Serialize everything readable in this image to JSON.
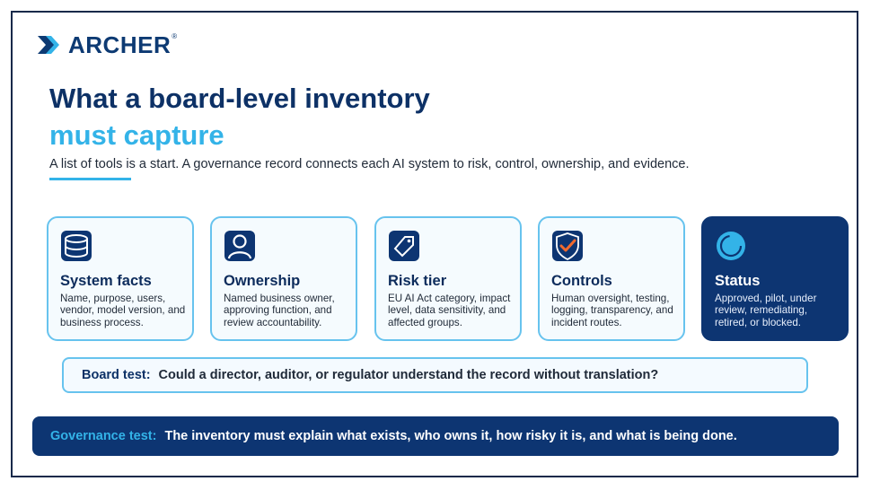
{
  "brand": {
    "name": "ARCHER",
    "registered": "®",
    "colors": {
      "navy": "#0d3572",
      "accent": "#33b3e8",
      "orange": "#f26a2e"
    }
  },
  "header": {
    "title_line1": "What a board-level inventory",
    "title_line2": "must capture",
    "subtitle": "A list of tools is a start. A governance record connects each AI system to risk, control, ownership, and evidence."
  },
  "cards": [
    {
      "icon": "database-icon",
      "title": "System facts",
      "description": "Name, purpose, users, vendor, model version, and business process."
    },
    {
      "icon": "person-icon",
      "title": "Ownership",
      "description": "Named business owner, approving function, and review accountability."
    },
    {
      "icon": "tag-icon",
      "title": "Risk tier",
      "description": "EU AI Act category, impact level, data sensitivity, and affected groups."
    },
    {
      "icon": "shield-check-icon",
      "title": "Controls",
      "description": "Human oversight, testing, logging, transparency, and incident routes."
    },
    {
      "icon": "status-ring-icon",
      "title": "Status",
      "description": "Approved, pilot, under review, remediating, retired, or blocked."
    }
  ],
  "board_test": {
    "label": "Board test:",
    "text": "Could a director, auditor, or regulator understand the record without translation?"
  },
  "governance_test": {
    "label": "Governance test:",
    "text": "The inventory must explain what exists, who owns it, how risky it is, and what is being done."
  }
}
